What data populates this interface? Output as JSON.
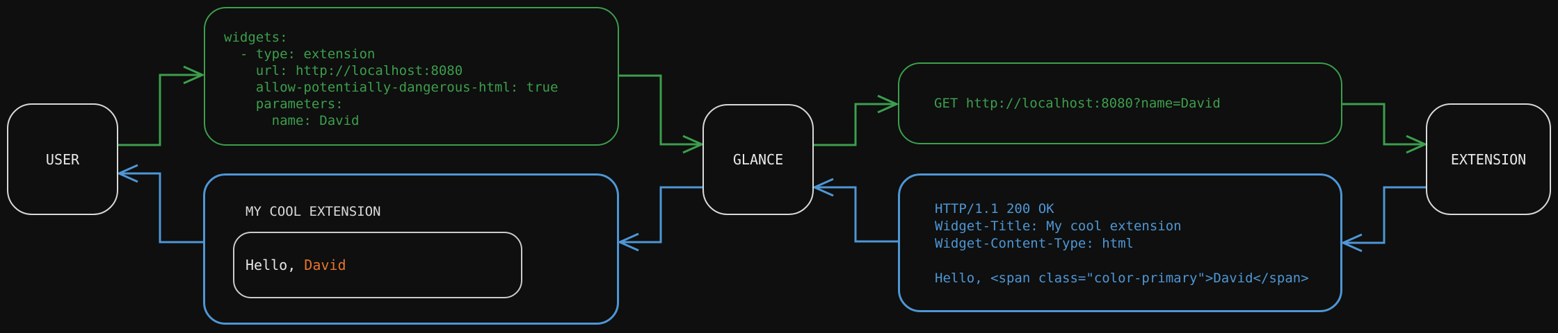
{
  "colors": {
    "background": "#0e0f0e",
    "green": "#3d9e4e",
    "blue": "#4f96d6",
    "node_border": "#d9d9d9",
    "node_text": "#e9e9e9",
    "title_text": "#dadada",
    "greeting_text": "#e6e6e6",
    "greeting_name": "#e8742f",
    "inner_border": "#cccccc"
  },
  "nodes": {
    "user": {
      "label": "USER"
    },
    "glance": {
      "label": "GLANCE"
    },
    "extension": {
      "label": "EXTENSION"
    }
  },
  "config_box": {
    "lines": [
      "widgets:",
      "  - type: extension",
      "    url: http://localhost:8080",
      "    allow-potentially-dangerous-html: true",
      "    parameters:",
      "      name: David"
    ]
  },
  "request_box": {
    "line": "GET http://localhost:8080?name=David"
  },
  "response_box": {
    "lines": [
      "HTTP/1.1 200 OK",
      "Widget-Title: My cool extension",
      "Widget-Content-Type: html",
      "",
      "Hello, <span class=\"color-primary\">David</span>"
    ]
  },
  "widget_box": {
    "title": "MY COOL EXTENSION",
    "greeting_prefix": "Hello, ",
    "greeting_name": "David"
  }
}
